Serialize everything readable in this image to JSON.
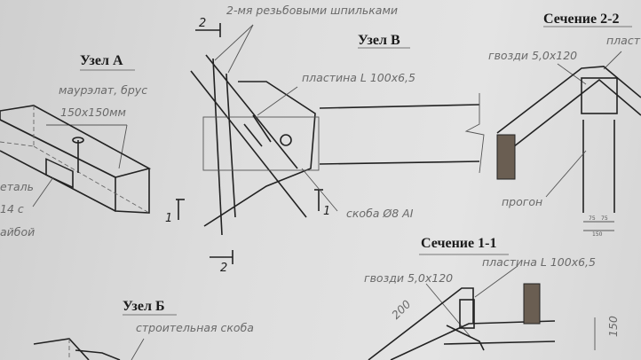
{
  "node_a": {
    "title": "Узел А",
    "label_line1": "маурэлат, брус",
    "label_line2": "150x150мм",
    "side_line1": "еталь",
    "side_line2": "14 с",
    "side_line3": "айбой"
  },
  "node_v": {
    "title": "Узел В",
    "studs_label": "2-мя резьбовыми шпильками",
    "plate_label": "пластина L 100x6,5",
    "bracket_label": "скоба Ø8 AI",
    "section_mark_2": "2",
    "section_mark_1": "1"
  },
  "section_2_2": {
    "title": "Сечение 2-2",
    "nails_label": "гвозди 5,0x120",
    "plate_label": "пласт",
    "purlin_label": "прогон",
    "dims": [
      "75",
      "75",
      "150"
    ]
  },
  "section_1_1": {
    "title": "Сечение 1-1",
    "nails_label": "гвозди 5,0x120",
    "plate_label": "пластина L 100x6,5",
    "dim_200": "200",
    "dim_150": "150"
  },
  "node_b": {
    "title": "Узел Б",
    "bracket_label": "строительная скоба"
  }
}
